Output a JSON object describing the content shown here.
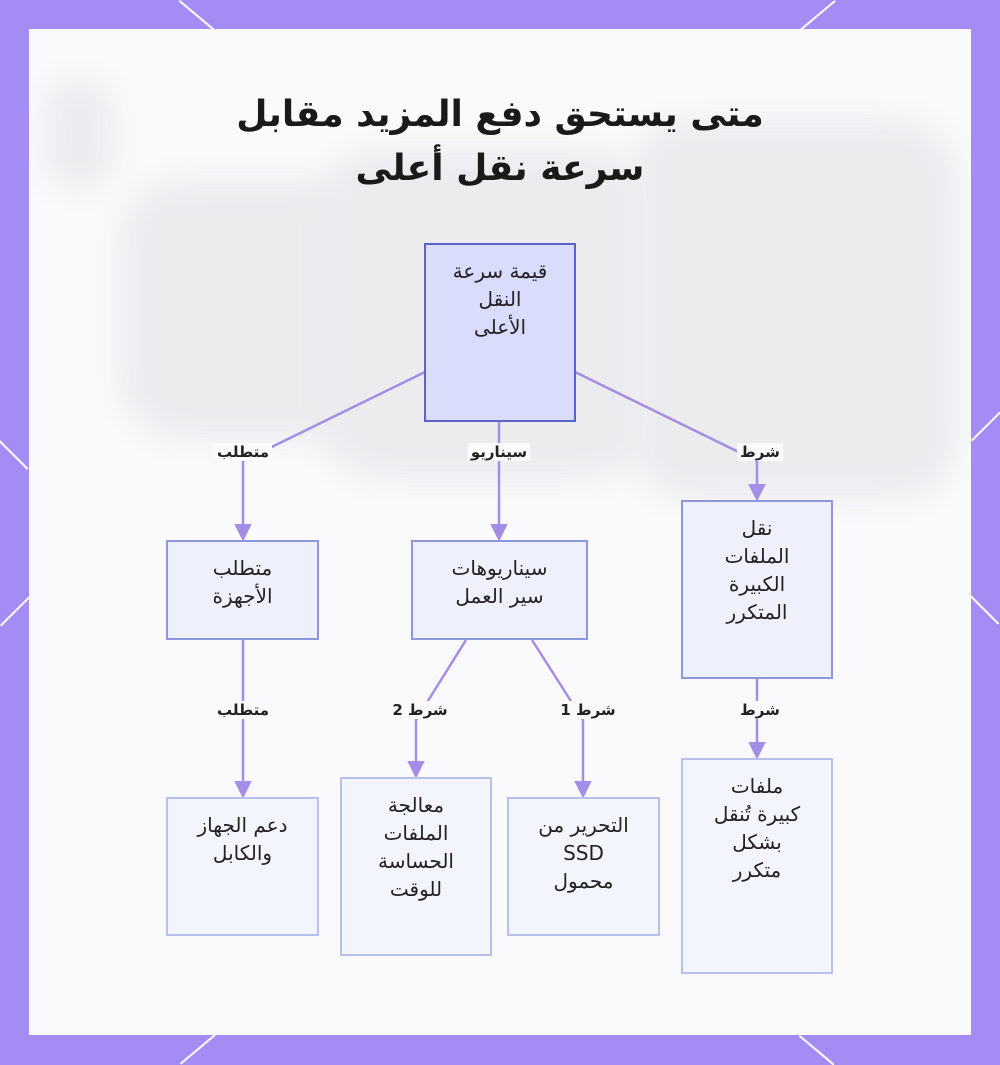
{
  "diagram": {
    "title_lines": [
      "متى يستحق دفع المزيد مقابل",
      "سرعة نقل أعلى"
    ],
    "nodes": {
      "root": "قيمة سرعة\nالنقل\nالأعلى",
      "hardware": "متطلب\nالأجهزة",
      "workflow": "سيناريوهات\nسير العمل",
      "large_files": "نقل\nالملفات\nالكبيرة\nالمتكرر",
      "device_cable": "دعم الجهاز\nوالكابل",
      "time_sensitive": "معالجة\nالملفات\nالحساسة\nللوقت",
      "ssd_editing": "التحرير من\nSSD\nمحمول",
      "frequent_large": "ملفات\nكبيرة تُنقل\nبشكل\nمتكرر"
    },
    "edge_labels": {
      "requirement": "متطلب",
      "scenario": "سيناريو",
      "condition": "شرط",
      "requirement_2": "متطلب",
      "condition_2": "شرط 2",
      "condition_1": "شرط 1",
      "condition_3": "شرط"
    },
    "colors": {
      "frame": "#a48cf4",
      "edge": "#a48de6",
      "root_fill": "#d9dcfb",
      "node_fill": "#eef1fb"
    }
  }
}
